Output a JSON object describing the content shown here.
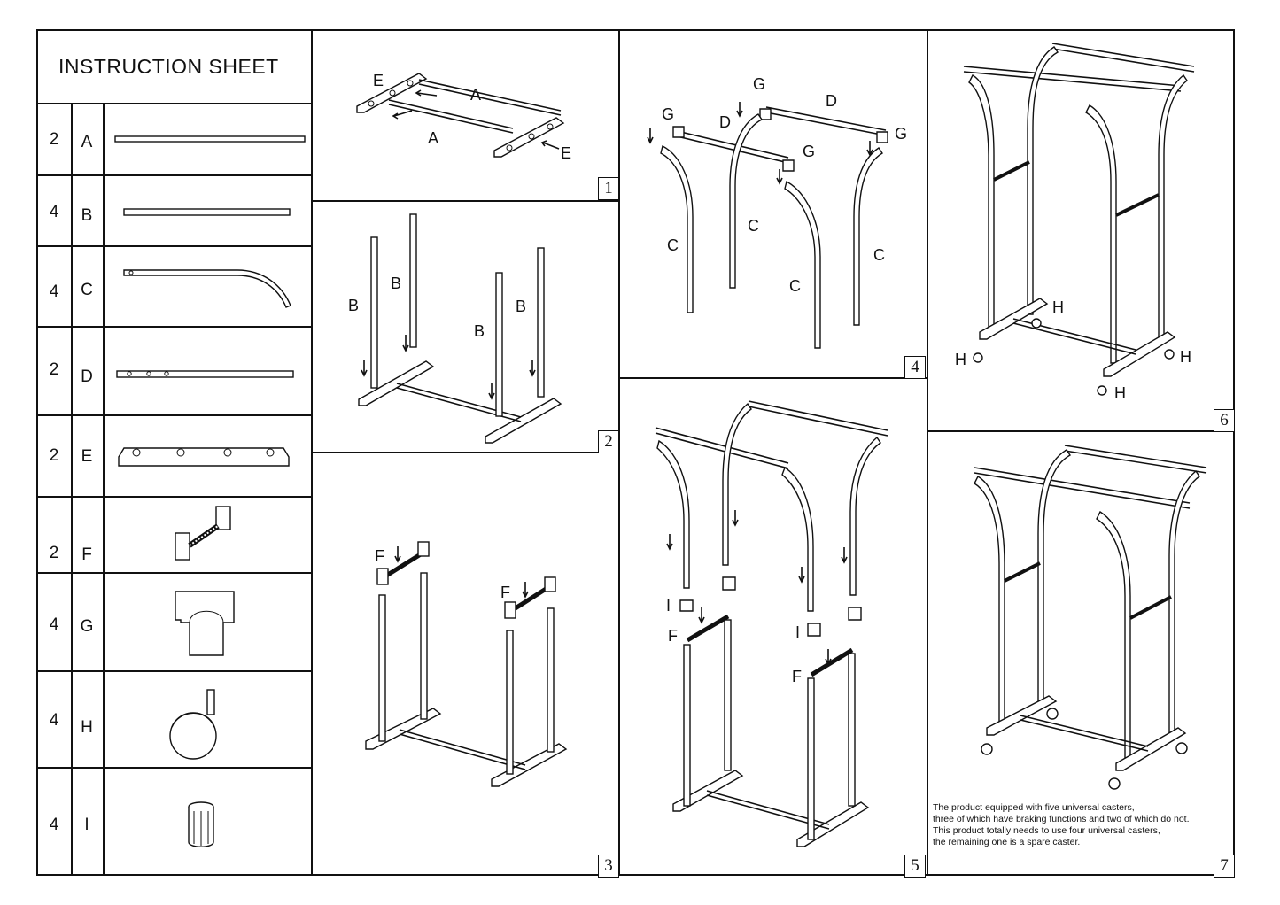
{
  "sheet": {
    "title": "INSTRUCTION SHEET"
  },
  "parts": [
    {
      "qty": "2",
      "code": "A",
      "icon": "straight-tube-icon"
    },
    {
      "qty": "4",
      "code": "B",
      "icon": "short-tube-icon"
    },
    {
      "qty": "4",
      "code": "C",
      "icon": "curved-tube-icon"
    },
    {
      "qty": "2",
      "code": "D",
      "icon": "drilled-tube-icon"
    },
    {
      "qty": "2",
      "code": "E",
      "icon": "foot-base-icon"
    },
    {
      "qty": "2",
      "code": "F",
      "icon": "height-adjuster-icon"
    },
    {
      "qty": "4",
      "code": "G",
      "icon": "connector-icon"
    },
    {
      "qty": "4",
      "code": "H",
      "icon": "caster-wheel-icon"
    },
    {
      "qty": "4",
      "code": "I",
      "icon": "end-cap-icon"
    }
  ],
  "steps": [
    {
      "number": "1",
      "labels": [
        "E",
        "A",
        "A",
        "E"
      ]
    },
    {
      "number": "2",
      "labels": [
        "B",
        "B",
        "B",
        "B"
      ]
    },
    {
      "number": "3",
      "labels": [
        "F",
        "F"
      ]
    },
    {
      "number": "4",
      "labels": [
        "G",
        "G",
        "D",
        "D",
        "G",
        "G",
        "C",
        "C",
        "C",
        "C"
      ]
    },
    {
      "number": "5",
      "labels": [
        "I",
        "F",
        "I",
        "F"
      ]
    },
    {
      "number": "6",
      "labels": [
        "H",
        "H",
        "H",
        "H"
      ]
    },
    {
      "number": "7",
      "labels": []
    }
  ],
  "note": {
    "lines": [
      "The product equipped with five universal casters,",
      "three of which have braking functions and two of which do not.",
      "This product totally needs to use four universal casters,",
      "the remaining one is a spare caster."
    ]
  }
}
